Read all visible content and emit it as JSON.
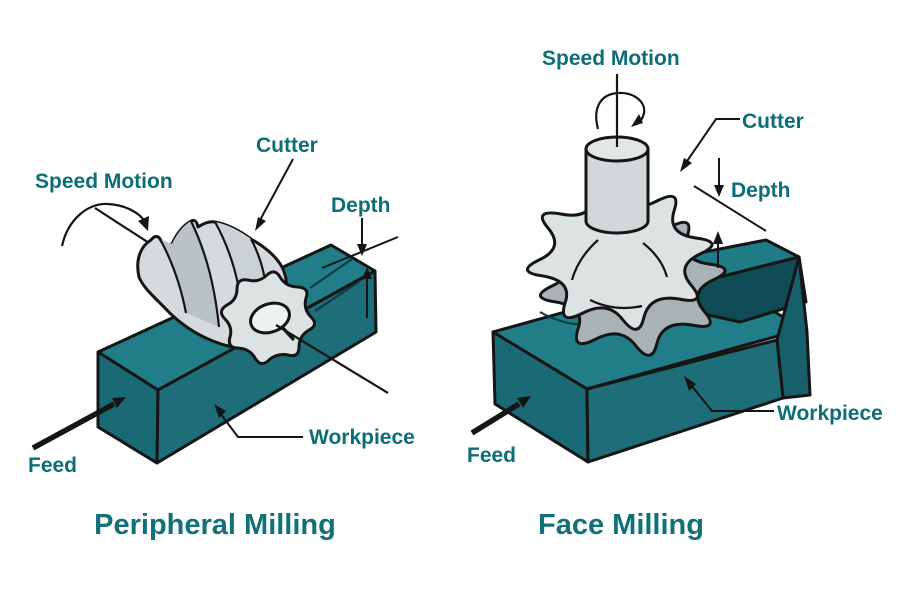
{
  "page": {
    "background": "#ffffff",
    "type": "technical-diagram",
    "subject": "milling operations comparison"
  },
  "colors": {
    "label_text": "#0d6e77",
    "title_text": "#10717a",
    "workpiece_top": "#217e88",
    "workpiece_front": "#1d6e79",
    "workpiece_end": "#1a6a76",
    "workpiece_shadow": "#0f4c55",
    "cutter_light": "#dde2e3",
    "cutter_mid": "#c3cbcd",
    "cutter_dark": "#a9b3b6",
    "outline": "#151515"
  },
  "diagrams": [
    {
      "id": "peripheral-milling",
      "title": "Peripheral Milling",
      "labels": {
        "speed_motion": "Speed Motion",
        "cutter": "Cutter",
        "depth": "Depth",
        "feed": "Feed",
        "workpiece": "Workpiece"
      }
    },
    {
      "id": "face-milling",
      "title": "Face Milling",
      "labels": {
        "speed_motion": "Speed Motion",
        "cutter": "Cutter",
        "depth": "Depth",
        "feed": "Feed",
        "workpiece": "Workpiece"
      }
    }
  ]
}
